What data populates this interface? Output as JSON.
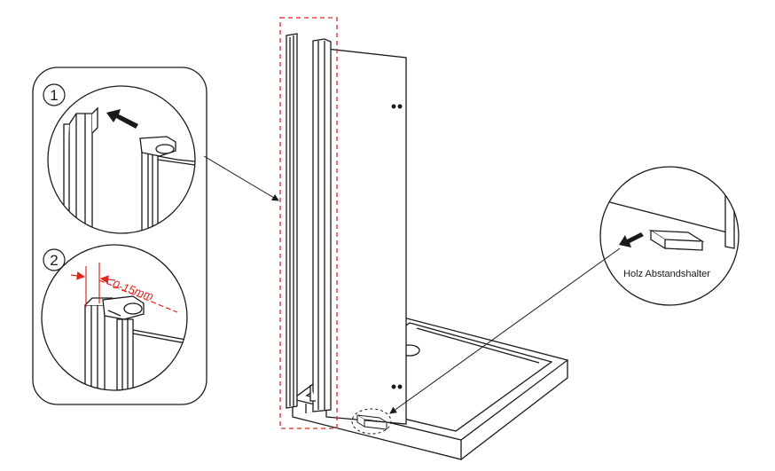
{
  "steps": {
    "step1": "1",
    "step2": "2"
  },
  "dimension": {
    "label": "0-15mm"
  },
  "spacer": {
    "label": "Holz Abstandshalter"
  },
  "colors": {
    "line": "#1a1a1a",
    "dimension_red": "#e0261f",
    "highlight_red": "#e0261f"
  }
}
